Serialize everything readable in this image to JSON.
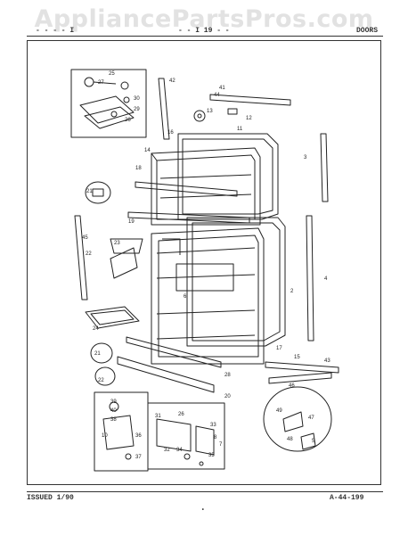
{
  "watermark": "AppliancePartsPros.com",
  "header": {
    "left": "- - - - I",
    "middle": "- - I 19 - -",
    "right": "DOORS"
  },
  "footer": {
    "issued": "ISSUED 1/90",
    "doc_number": "A-44-199",
    "page_mark": "•"
  },
  "callouts": {
    "c1": "1",
    "c2": "2",
    "c3": "3",
    "c4": "4",
    "c5": "5",
    "c6": "6",
    "c7": "7",
    "c8": "8",
    "c9": "9",
    "c10": "10",
    "c11": "11",
    "c12": "12",
    "c13": "13",
    "c14": "14",
    "c15": "15",
    "c16": "16",
    "c17": "17",
    "c18": "18",
    "c19": "19",
    "c20": "20",
    "c21a": "21",
    "c21b": "21",
    "c22": "22",
    "c23": "23",
    "c24": "24",
    "c25": "25",
    "c26": "26",
    "c27": "27",
    "c28": "28",
    "c29": "29",
    "c30": "30",
    "c31": "31",
    "c32": "32",
    "c33": "33",
    "c34": "34",
    "c35": "35",
    "c36": "36",
    "c37": "37",
    "c38": "38",
    "c39": "39",
    "c40": "40",
    "c41": "41",
    "c42": "42",
    "c43": "43",
    "c44": "44",
    "c45": "45",
    "c46": "46",
    "c47": "47",
    "c48": "48",
    "c49": "49"
  }
}
